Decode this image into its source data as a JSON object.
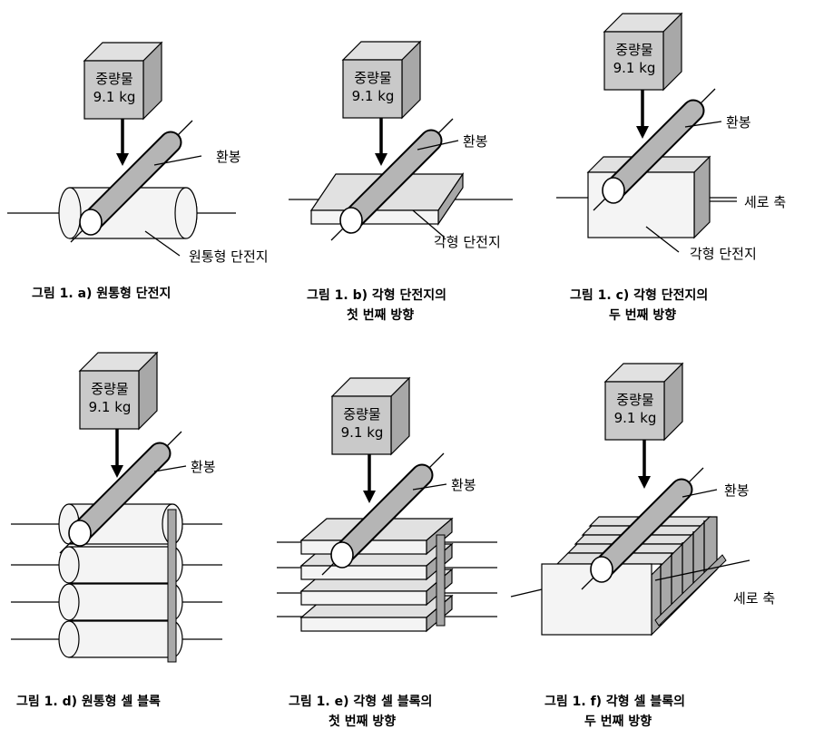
{
  "weight": {
    "line1": "중량물",
    "line2": "9.1 kg"
  },
  "labels": {
    "rod": "환봉",
    "cylindrical_cell": "원통형 단전지",
    "prismatic_cell": "각형 단전지",
    "vertical_axis": "세로 축"
  },
  "captions": {
    "a": [
      "그림 1. a) 원통형 단전지"
    ],
    "b": [
      "그림 1. b) 각형 단전지의",
      "첫 번째 방향"
    ],
    "c": [
      "그림 1. c) 각형 단전지의",
      "두 번째 방향"
    ],
    "d": [
      "그림 1. d) 원통형 셀 블록"
    ],
    "e": [
      "그림 1. e) 각형 셀 블록의",
      "첫 번째 방향"
    ],
    "f": [
      "그림 1. f) 각형 셀 블록의",
      "두 번째 방향"
    ]
  }
}
